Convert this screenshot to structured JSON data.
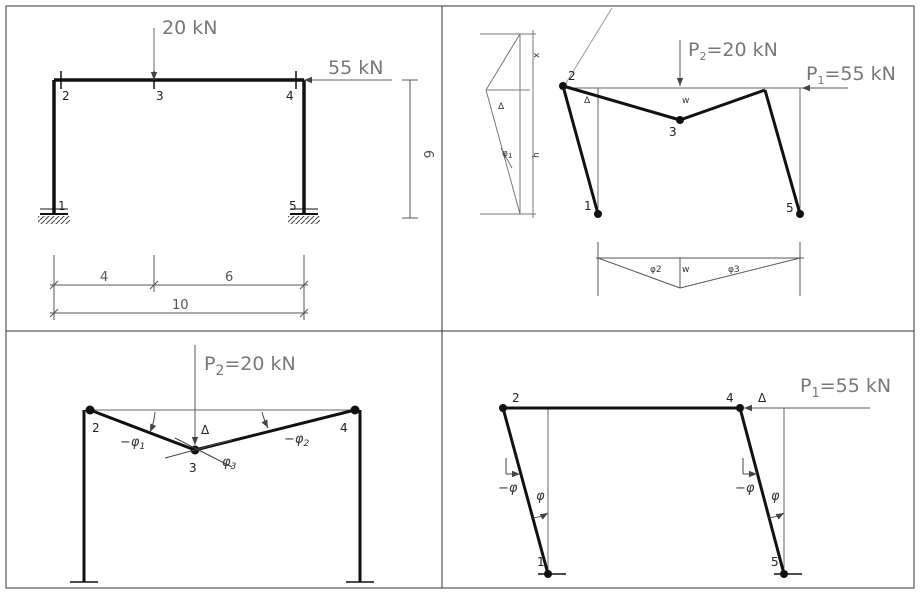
{
  "panel_a": {
    "load_top": "20 kN",
    "load_side": "55 kN",
    "nodes": [
      "1",
      "2",
      "3",
      "4",
      "5"
    ],
    "dim_left": "4",
    "dim_right": "6",
    "dim_total": "10",
    "dim_height": "6"
  },
  "panel_b": {
    "load_p2": "P",
    "load_p2_sub": "2",
    "load_p2_val": "=20 kN",
    "load_p1": "P",
    "load_p1_sub": "1",
    "load_p1_val": "=55 kN",
    "nodes": [
      "1",
      "2",
      "3",
      "5"
    ],
    "delta": "Δ",
    "x": "x",
    "h": "h",
    "w": "w",
    "phi1": "φ",
    "phi1_sub": "1",
    "phi2": "φ2",
    "phi3": "φ3"
  },
  "panel_c": {
    "load_p2": "P",
    "load_p2_sub": "2",
    "load_p2_val": "=20 kN",
    "nodes": [
      "2",
      "3",
      "4"
    ],
    "delta": "Δ",
    "neg_phi1": "−φ",
    "neg_phi1_sub": "1",
    "neg_phi2": "−φ",
    "neg_phi2_sub": "2",
    "phi3": "φ",
    "phi3_sub": "3"
  },
  "panel_d": {
    "load_p1": "P",
    "load_p1_sub": "1",
    "load_p1_val": "=55 kN",
    "nodes": [
      "1",
      "2",
      "4",
      "5"
    ],
    "delta": "Δ",
    "neg_phi": "−φ",
    "phi": "φ"
  }
}
